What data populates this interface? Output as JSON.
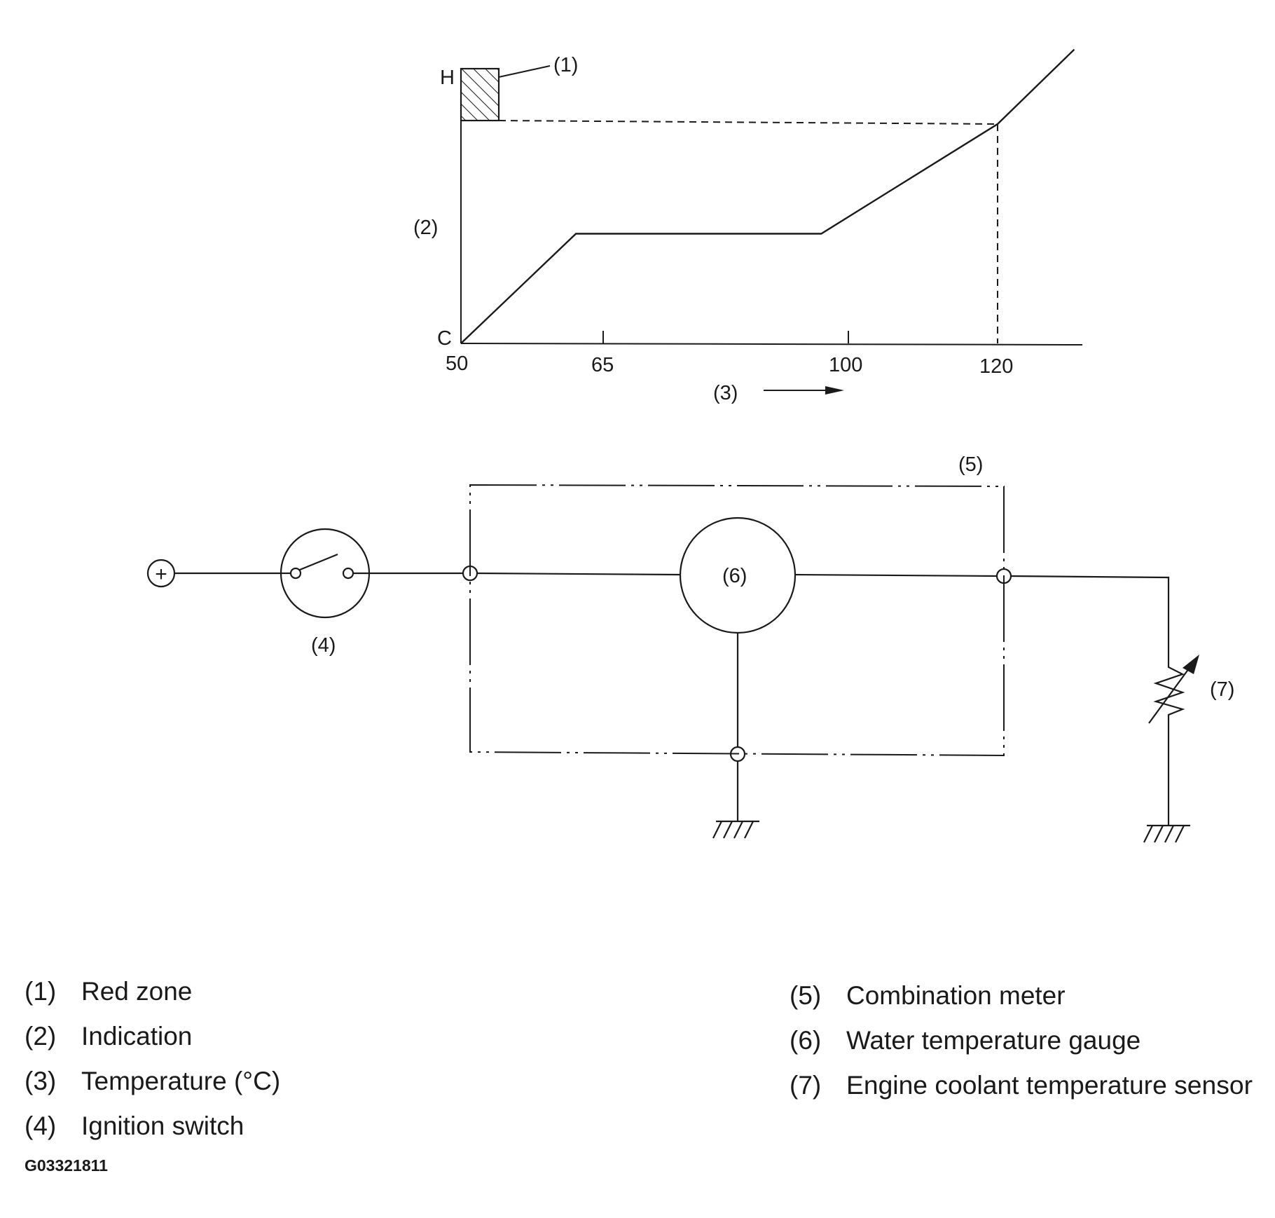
{
  "chart": {
    "y_top_label": "H",
    "y_bottom_label": "C",
    "y_axis_callout": "(2)",
    "red_zone_callout": "(1)",
    "x_axis_callout": "(3)",
    "x_ticks": [
      "50",
      "65",
      "100",
      "120"
    ]
  },
  "chart_data": {
    "type": "line",
    "x": [
      50,
      65,
      97,
      120,
      130
    ],
    "series": [
      {
        "values": [
          0,
          0.5,
          0.5,
          1.0,
          1.34
        ]
      }
    ],
    "xlim": [
      50,
      130
    ],
    "ylim": [
      0,
      1.3
    ],
    "annotations": [
      {
        "text": "(1)",
        "note": "red zone band at top of indication axis, reached at 120"
      }
    ]
  },
  "circuit": {
    "battery_symbol": "+",
    "switch_label": "(4)",
    "meter_label": "(5)",
    "gauge_label": "(6)",
    "sensor_label": "(7)"
  },
  "legend": {
    "left": [
      {
        "num": "(1)",
        "text": "Red zone"
      },
      {
        "num": "(2)",
        "text": "Indication"
      },
      {
        "num": "(3)",
        "text": "Temperature (°C)"
      },
      {
        "num": "(4)",
        "text": "Ignition switch"
      }
    ],
    "right": [
      {
        "num": "(5)",
        "text": "Combination meter"
      },
      {
        "num": "(6)",
        "text": "Water temperature gauge"
      },
      {
        "num": "(7)",
        "text": "Engine coolant temperature sensor"
      }
    ]
  },
  "figure_code": "G03321811"
}
